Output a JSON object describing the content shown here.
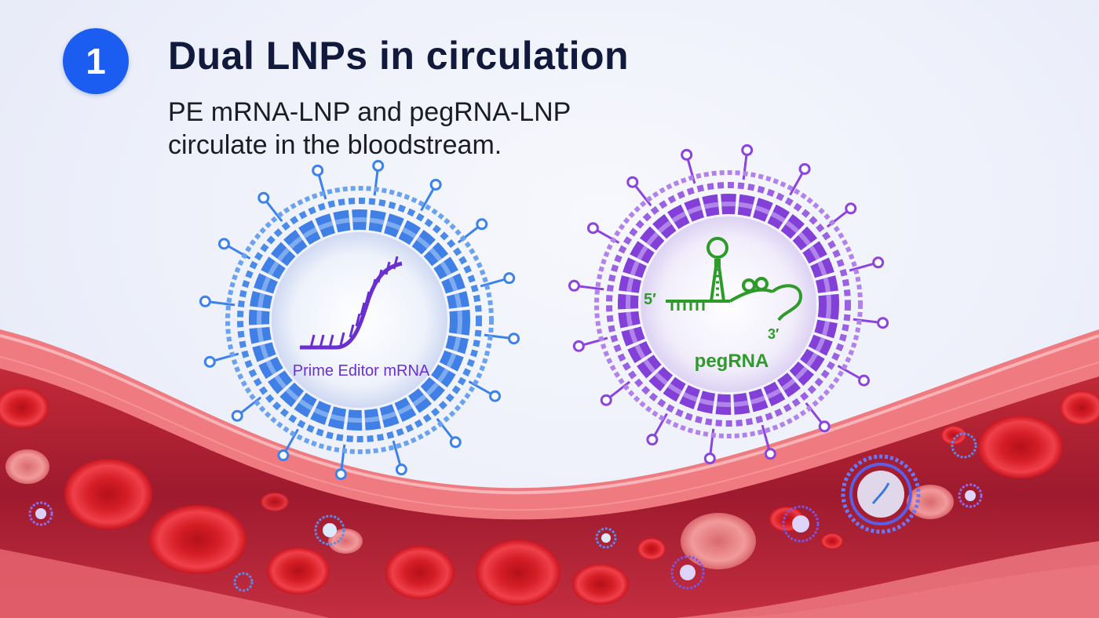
{
  "step": {
    "number": "1"
  },
  "header": {
    "title": "Dual LNPs in circulation",
    "subtitle_line1": "PE mRNA-LNP and pegRNA-LNP",
    "subtitle_line2": "circulate in the bloodstream."
  },
  "lnp_left": {
    "cargo_label": "Prime Editor mRNA",
    "color": "#3d82ea"
  },
  "lnp_right": {
    "cargo_label": "pegRNA",
    "five_prime": "5′",
    "three_prime": "3′",
    "color": "#8b45de",
    "rna_color": "#2e9a2a"
  },
  "vessel": {
    "wall_color": "#e8585f",
    "rbc_color": "#e0232a"
  }
}
